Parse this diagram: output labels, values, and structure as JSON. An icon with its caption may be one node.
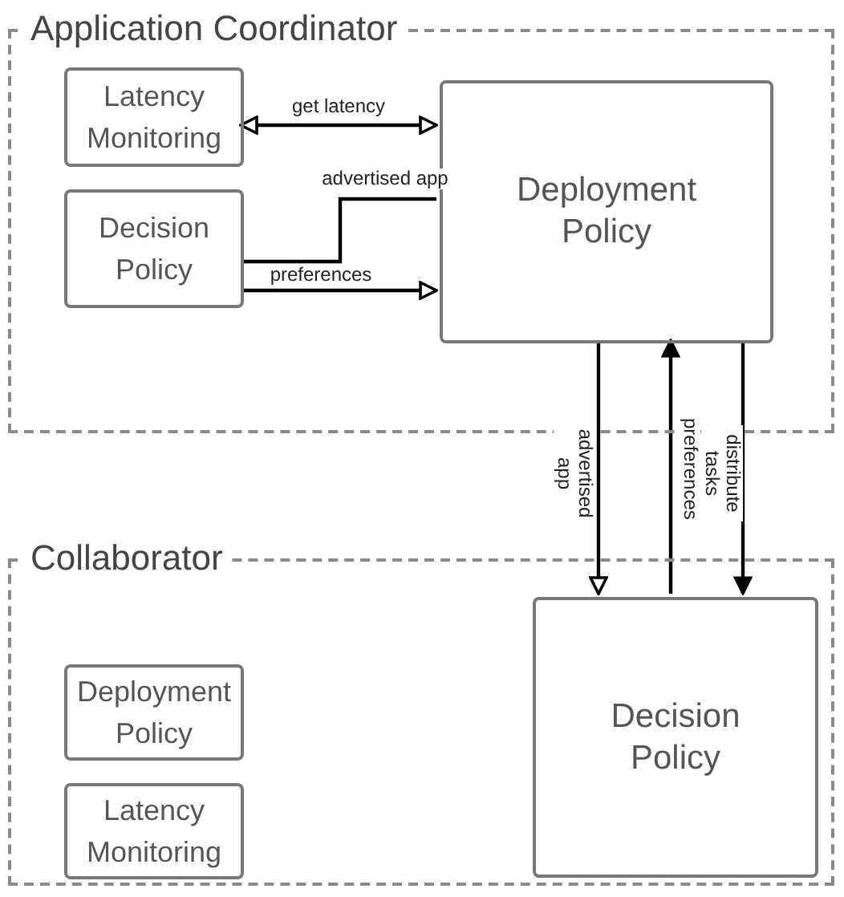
{
  "diagram": {
    "nodes": [
      {
        "text": [
          "Application Coordinator"
        ]
      },
      {
        "text": [
          "Latency Monitoring"
        ],
        "in": 0
      },
      {
        "text": [
          "Decision Policy"
        ],
        "in": 0
      },
      {
        "text": [
          "Deployment Policy"
        ],
        "in": 0
      },
      {
        "text": [
          "Collaborator"
        ]
      },
      {
        "text": [
          "Deployment Policy"
        ],
        "in": 4
      },
      {
        "text": [
          "Latency Monitoring"
        ],
        "in": 4
      },
      {
        "text": [
          "Decision Policy"
        ],
        "in": 4
      }
    ],
    "edges": [
      {
        "from": 1,
        "to": 3,
        "arrow": "both",
        "label": "get latency"
      },
      {
        "from": 3,
        "to": 2,
        "arrow": "none",
        "label": "advertised app"
      },
      {
        "from": 2,
        "to": 3,
        "arrow": "to",
        "label": "preferences"
      },
      {
        "from": 3,
        "to": 7,
        "arrow": "to",
        "label": "advertised app"
      },
      {
        "from": 7,
        "to": 3,
        "arrow": "to",
        "label": "preferences"
      },
      {
        "from": 3,
        "to": 7,
        "arrow": "to",
        "label": "distribute tasks"
      }
    ]
  }
}
